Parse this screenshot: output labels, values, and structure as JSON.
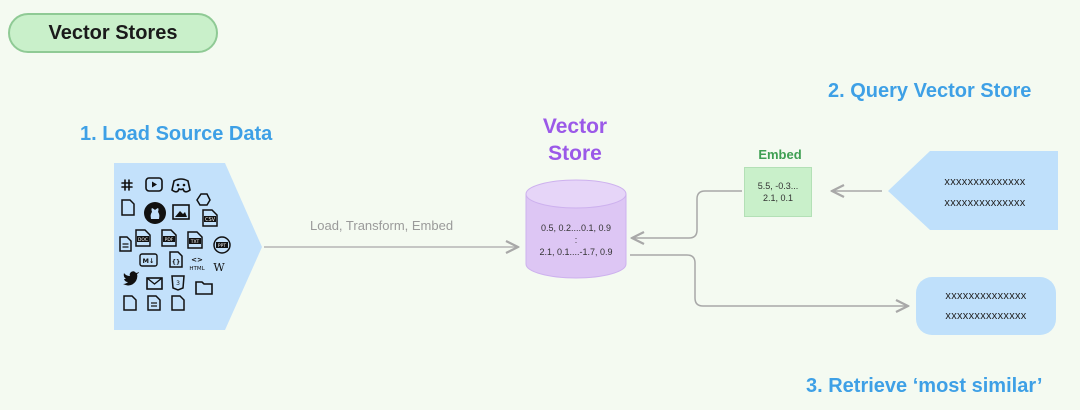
{
  "badge": "Vector Stores",
  "steps": {
    "load": "1. Load Source Data",
    "query": "2. Query Vector Store",
    "retrieve": "3. Retrieve ‘most similar’"
  },
  "vector_store": {
    "line1": "Vector",
    "line2": "Store",
    "values_line1": "0.5, 0.2....0.1, 0.9",
    "values_line2": ":",
    "values_line3": "2.1, 0.1....-1.7, 0.9"
  },
  "embed": {
    "title": "Embed",
    "line1": "5.5, -0.3...",
    "line2": "2.1, 0.1"
  },
  "flow_label": "Load, Transform, Embed",
  "query": {
    "line1": "xxxxxxxxxxxxxx",
    "line2": "xxxxxxxxxxxxxx"
  },
  "result": {
    "line1": "xxxxxxxxxxxxxx",
    "line2": "xxxxxxxxxxxxxx"
  },
  "source_icons": [
    "slack-icon",
    "youtube-icon",
    "discord-icon",
    "drive-icon",
    "file-icon",
    "github-icon",
    "image-icon",
    "csv-icon",
    "doc-icon",
    "docx-icon",
    "pdf-icon",
    "txt-icon",
    "ppt-icon",
    "md-icon",
    "code-icon",
    "html-icon",
    "wikipedia-icon",
    "twitter-icon",
    "mail-icon",
    "css-icon",
    "folder-icon"
  ],
  "colors": {
    "accent_blue": "#3ea0e6",
    "purple": "#9b59e8",
    "green": "#3e9f52",
    "source_bg": "#c3e1fb"
  }
}
